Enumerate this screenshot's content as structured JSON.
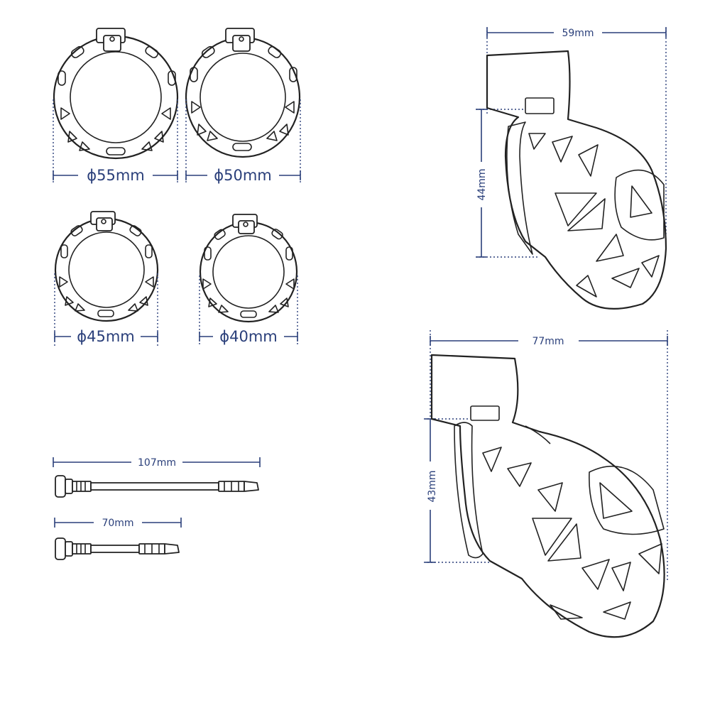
{
  "rings": [
    {
      "label": "ϕ55mm"
    },
    {
      "label": "ϕ50mm"
    },
    {
      "label": "ϕ45mm"
    },
    {
      "label": "ϕ40mm"
    }
  ],
  "pins": [
    {
      "label": "107mm"
    },
    {
      "label": "70mm"
    }
  ],
  "cage_small": {
    "width_label": "59mm",
    "height_label": "44mm"
  },
  "cage_large": {
    "width_label": "77mm",
    "height_label": "43mm"
  },
  "colors": {
    "dimension": "#2a3f7a",
    "ink": "#222222",
    "background": "#ffffff"
  }
}
